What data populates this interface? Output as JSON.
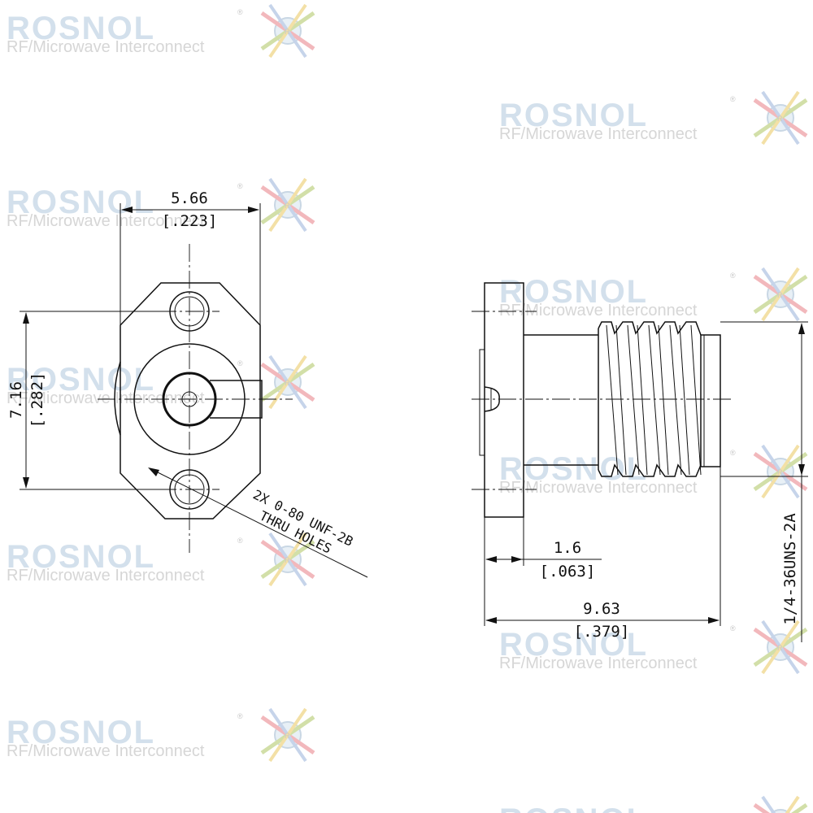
{
  "watermark": {
    "brand": "ROSNOL",
    "tagline": "RF/Microwave Interconnect",
    "registered": "®",
    "logo_letter": "R"
  },
  "front_view": {
    "width_mm": "5.66",
    "width_in": "[.223]",
    "height_mm": "7.16",
    "height_in": "[.282]",
    "hole_note_line1": "2X 0-80 UNF-2B",
    "hole_note_line2": "THRU HOLES"
  },
  "side_view": {
    "flange_mm": "1.6",
    "flange_in": "[.063]",
    "length_mm": "9.63",
    "length_in": "[.379]",
    "thread": "1/4-36UNS-2A"
  }
}
